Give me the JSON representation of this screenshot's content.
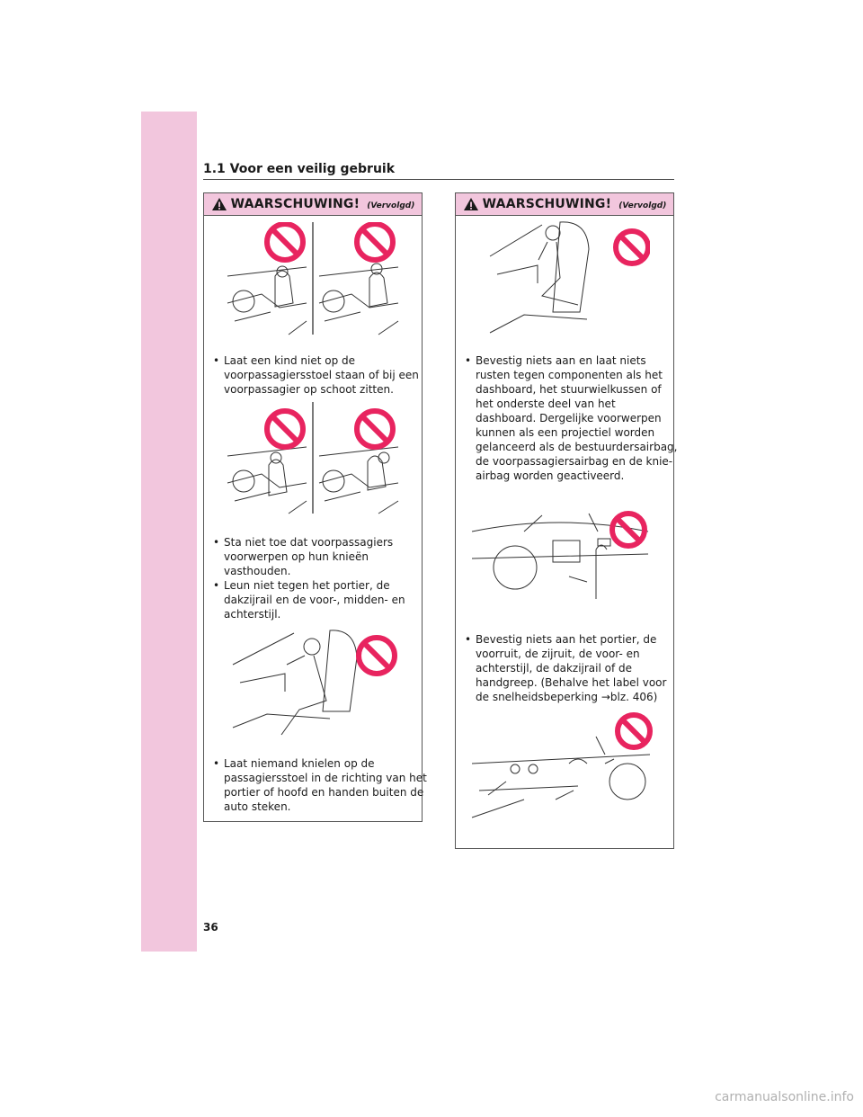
{
  "header": {
    "section_title": "1.1  Voor een veilig gebruik"
  },
  "warning": {
    "title": "WAARSCHUWING!",
    "continued": "(Vervolgd)"
  },
  "left_column": {
    "bullets": [
      "Laat een kind niet op de voorpassagiersstoel staan of bij een voorpassagier op schoot zitten.",
      "Sta niet toe dat voorpassagiers voorwerpen op hun knieën vasthouden.",
      "Leun niet tegen het portier, de dakzijrail en de voor-, midden- en achterstijl.",
      "Laat niemand knielen op de passagiersstoel in de richting van het portier of hoofd en handen buiten de auto steken."
    ]
  },
  "right_column": {
    "bullets": [
      "Bevestig niets aan en laat niets rusten tegen componenten als het dashboard, het stuurwielkussen of het onderste deel van het dashboard. Dergelijke voorwerpen kunnen als een projectiel worden gelanceerd als de bestuurdersairbag, de voorpassagiersairbag en de knie-airbag worden geactiveerd.",
      "Bevestig niets aan het portier, de voorruit, de zijruit, de voor- en achterstijl, de dakzijrail of de handgreep. (Behalve het label voor de snelheidsbeperking →blz. 406)"
    ]
  },
  "page_number": "36",
  "watermark": "carmanualsonline.info",
  "colors": {
    "accent_pink": "#f2c6dd",
    "prohibit_red": "#e8245f"
  },
  "icons": [
    "warning-triangle-icon",
    "prohibition-icon"
  ]
}
